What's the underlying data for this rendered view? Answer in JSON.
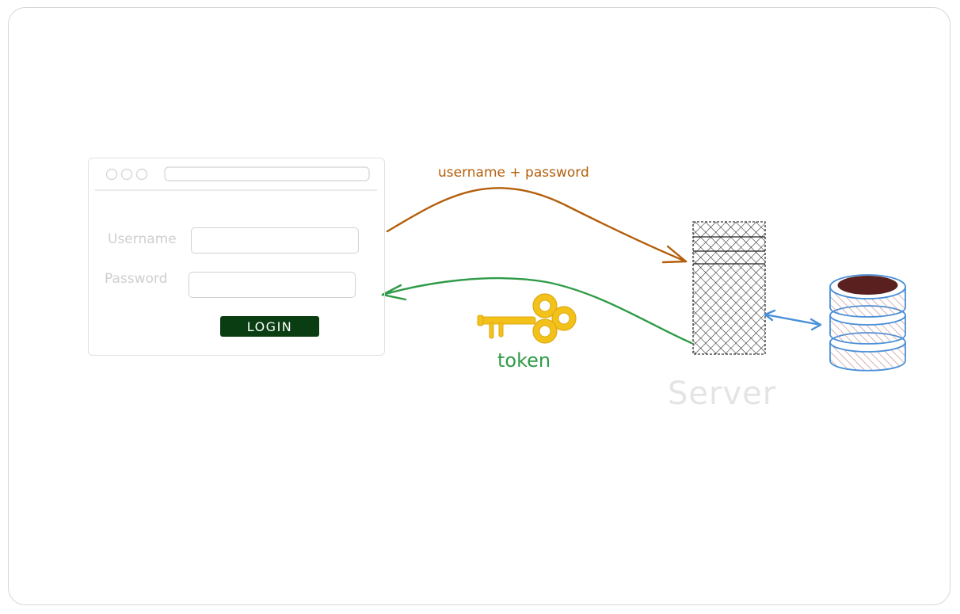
{
  "login_form": {
    "username_label": "Username",
    "password_label": "Password",
    "login_button": "LOGIN"
  },
  "request_arrow": {
    "label": "username + password",
    "color": "#b35f0c"
  },
  "response_arrow": {
    "label": "token",
    "color": "#2f9b47"
  },
  "server": {
    "label": "Server"
  },
  "database": {
    "top_color": "#5a2020",
    "stroke_color": "#4a90d9",
    "hatch_color": "#c08080"
  },
  "key_icon": {
    "color": "#f2c21b"
  }
}
